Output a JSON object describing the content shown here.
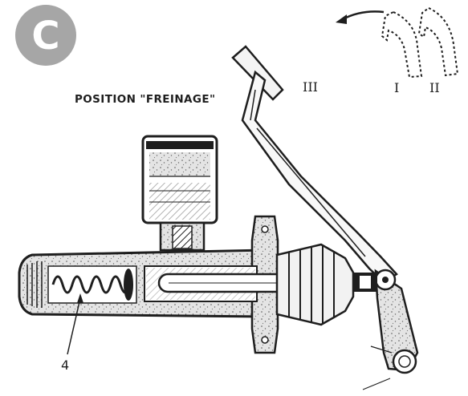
{
  "logo": {
    "letter": "C",
    "color": "#a6a6a6"
  },
  "caption": "POSITION \"FREINAGE\"",
  "pedal_positions": {
    "active": "III",
    "first": "I",
    "second": "II"
  },
  "callout_label": "4",
  "colors": {
    "ink": "#1e1e1e",
    "speckle": "#d8d8d8",
    "paper": "#ffffff"
  }
}
